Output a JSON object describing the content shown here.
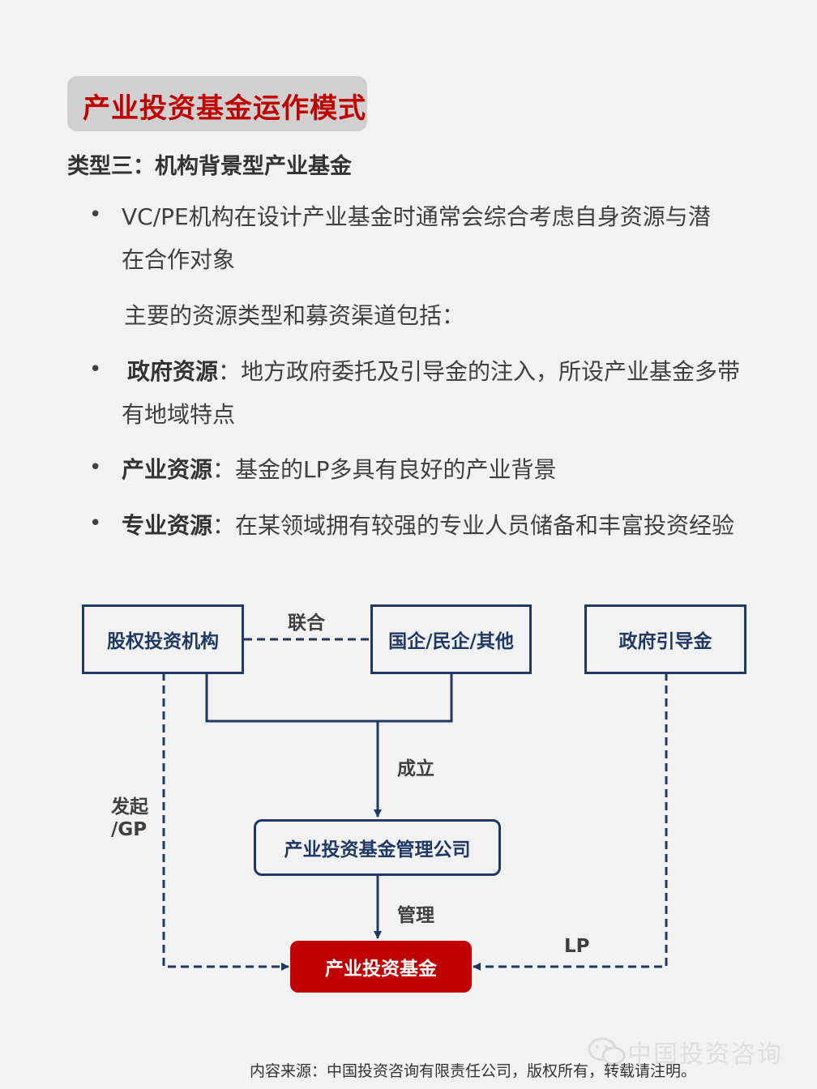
{
  "header": {
    "title": "产业投资基金运作模式",
    "subtitle": "类型三：机构背景型产业基金"
  },
  "content": {
    "bullet_symbol": "•",
    "item1_line1": "VC/PE机构在设计产业基金时通常会综合考虑自身资源与潜",
    "item1_line2": "在合作对象",
    "intro": "主要的资源类型和募资渠道包括：",
    "item2_bold": "政府资源",
    "item2_text": "：地方政府委托及引导金的注入，所设产业基金多带",
    "item2_line2": "有地域特点",
    "item3_bold": "产业资源",
    "item3_text": "：基金的LP多具有良好的产业背景",
    "item4_bold": "专业资源",
    "item4_text": "：在某领域拥有较强的专业人员储备和丰富投资经验"
  },
  "diagram": {
    "nodes": {
      "equity_institution": "股权投资机构",
      "soe_private_other": "国企/民企/其他",
      "gov_guidance_fund": "政府引导金",
      "management_company": "产业投资基金管理公司",
      "industry_fund": "产业投资基金"
    },
    "edge_labels": {
      "joint": "联合",
      "establish": "成立",
      "initiate_line1": "发起",
      "initiate_line2": "/GP",
      "manage": "管理",
      "lp": "LP"
    },
    "colors": {
      "line": "#1f3864",
      "fund_fill": "#c00000",
      "title_red": "#c00000"
    }
  },
  "watermark": {
    "text": "中国投资咨询",
    "icon": "wechat-icon"
  },
  "footer": {
    "source": "内容来源：中国投资咨询有限责任公司，版权所有，转载请注明。"
  }
}
